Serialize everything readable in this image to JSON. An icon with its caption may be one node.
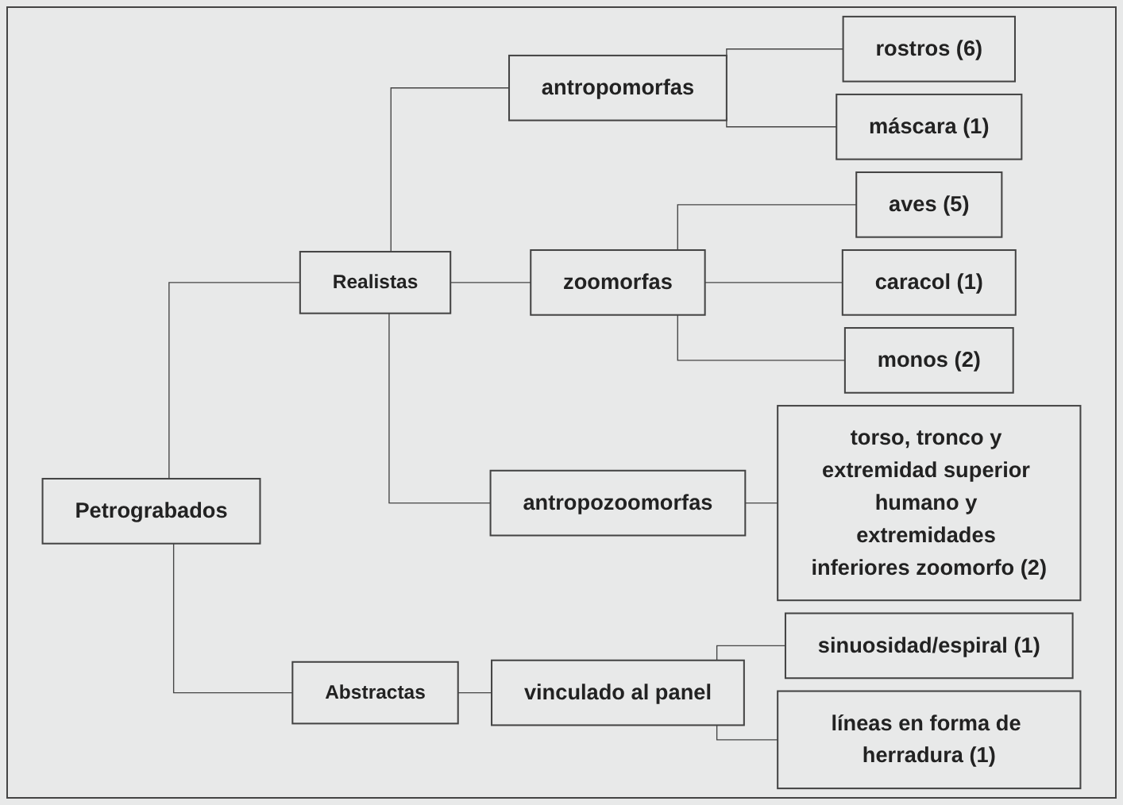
{
  "diagram": {
    "nodes": [
      {
        "text": [
          "Petrograbados"
        ]
      },
      {
        "text": [
          "Realistas"
        ]
      },
      {
        "text": [
          "antropomorfas"
        ]
      },
      {
        "text": [
          "rostros (6)"
        ]
      },
      {
        "text": [
          "máscara (1)"
        ]
      },
      {
        "text": [
          "zoomorfas"
        ]
      },
      {
        "text": [
          "aves (5)"
        ]
      },
      {
        "text": [
          "caracol (1)"
        ]
      },
      {
        "text": [
          "monos (2)"
        ]
      },
      {
        "text": [
          "antropozoomorfas"
        ]
      },
      {
        "text": [
          "torso, tronco y extremidad superior humano y extremidades inferiores zoomorfo (2)"
        ]
      },
      {
        "text": [
          "Abstractas"
        ]
      },
      {
        "text": [
          "vinculado al panel"
        ]
      },
      {
        "text": [
          "sinuosidad/espiral (1)"
        ]
      },
      {
        "text": [
          "líneas en forma de herradura (1)"
        ]
      }
    ],
    "edges": [
      {
        "from": 0,
        "to": 1,
        "arrow": "none"
      },
      {
        "from": 0,
        "to": 11,
        "arrow": "none"
      },
      {
        "from": 1,
        "to": 2,
        "arrow": "none"
      },
      {
        "from": 1,
        "to": 5,
        "arrow": "none"
      },
      {
        "from": 1,
        "to": 9,
        "arrow": "none"
      },
      {
        "from": 2,
        "to": 3,
        "arrow": "none"
      },
      {
        "from": 2,
        "to": 4,
        "arrow": "none"
      },
      {
        "from": 5,
        "to": 6,
        "arrow": "none"
      },
      {
        "from": 5,
        "to": 7,
        "arrow": "none"
      },
      {
        "from": 5,
        "to": 8,
        "arrow": "none"
      },
      {
        "from": 9,
        "to": 10,
        "arrow": "none"
      },
      {
        "from": 11,
        "to": 12,
        "arrow": "none"
      },
      {
        "from": 12,
        "to": 13,
        "arrow": "none"
      },
      {
        "from": 12,
        "to": 14,
        "arrow": "none"
      }
    ]
  }
}
